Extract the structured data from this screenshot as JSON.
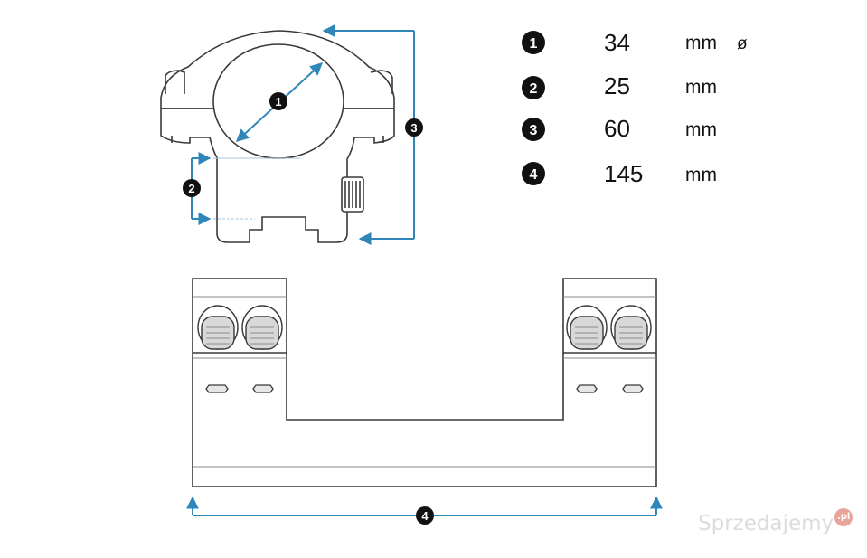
{
  "colors": {
    "dimension_line": "#2f86b8",
    "outline": "#3a3a3a",
    "badge": "#111111",
    "watermark_badge": "#e8a39a"
  },
  "diagram": {
    "callouts": [
      "1",
      "2",
      "3",
      "4"
    ]
  },
  "specs": [
    {
      "number": "1",
      "value": "34",
      "unit": "mm",
      "symbol": "ø"
    },
    {
      "number": "2",
      "value": "25",
      "unit": "mm",
      "symbol": ""
    },
    {
      "number": "3",
      "value": "60",
      "unit": "mm",
      "symbol": ""
    },
    {
      "number": "4",
      "value": "145",
      "unit": "mm",
      "symbol": ""
    }
  ],
  "watermark": {
    "text": "Sprzedajemy",
    "badge": ".pl"
  }
}
